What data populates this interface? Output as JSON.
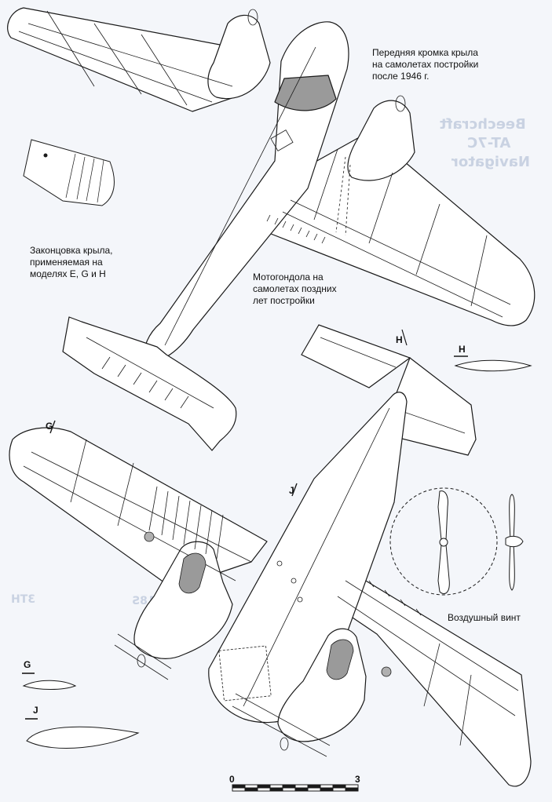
{
  "annotations": {
    "leading_edge": [
      "Передняя кромка крыла",
      "на самолетах постройки",
      "после 1946 г."
    ],
    "wingtip": [
      "Законцовка крыла,",
      "применяемая на",
      "моделях E, G и H"
    ],
    "nacelle": [
      "Мотогондола на",
      "самолетах поздних",
      "лет постройки"
    ],
    "propeller": "Воздушный винт"
  },
  "section_marks": {
    "h": "H",
    "g": "G",
    "j": "J"
  },
  "scale_bar": {
    "min": "0",
    "max": "3",
    "segments": 10
  },
  "background_text": {
    "title1": "Beechcraft",
    "title2": "AT-7C",
    "title3": "Navigator",
    "code": "D18S",
    "code2": "3TH"
  },
  "colors": {
    "line": "#1a1a1a",
    "fill": "#ffffff",
    "shade": "#9a9a9a",
    "background": "#f4f6fa",
    "ghost": "#c9d2e2"
  }
}
